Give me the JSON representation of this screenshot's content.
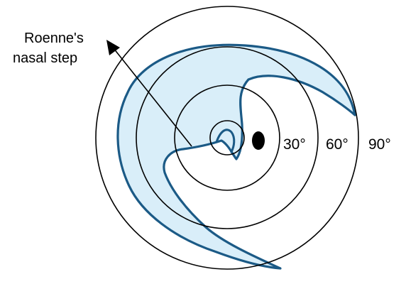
{
  "annotation": {
    "line1": "Roenne's",
    "line2": "nasal step"
  },
  "rings": {
    "inner": "30°",
    "middle": "60°",
    "outer": "90°"
  },
  "colors": {
    "defect_fill": "#d9eef9",
    "defect_outline": "#1b5a86",
    "blind_spot": "#000000",
    "rings": "#000000"
  }
}
